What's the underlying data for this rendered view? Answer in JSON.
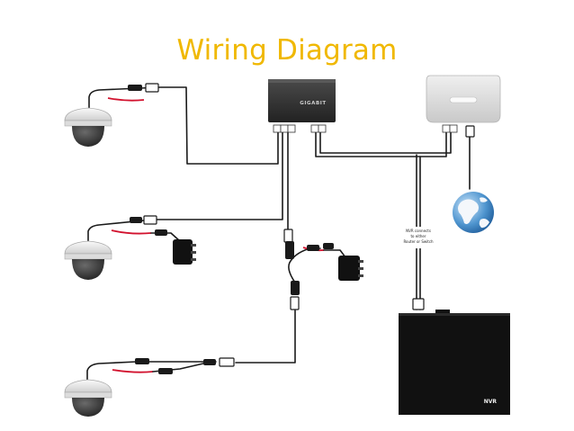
{
  "title": "Wiring Diagram",
  "switch": {
    "brand": "GIGABIT"
  },
  "nvr": {
    "label": "NVR"
  },
  "note": {
    "line1": "NVR connects",
    "line2": "to either",
    "line3": "Router or Switch"
  },
  "colors": {
    "title": "#f0b800",
    "switch_body": "#333333",
    "router_body": "#dcdcdc",
    "nvr_body": "#111111",
    "cable": "#1a1a1a",
    "power_lead": "#d2122e",
    "globe": "#2f78b7"
  }
}
